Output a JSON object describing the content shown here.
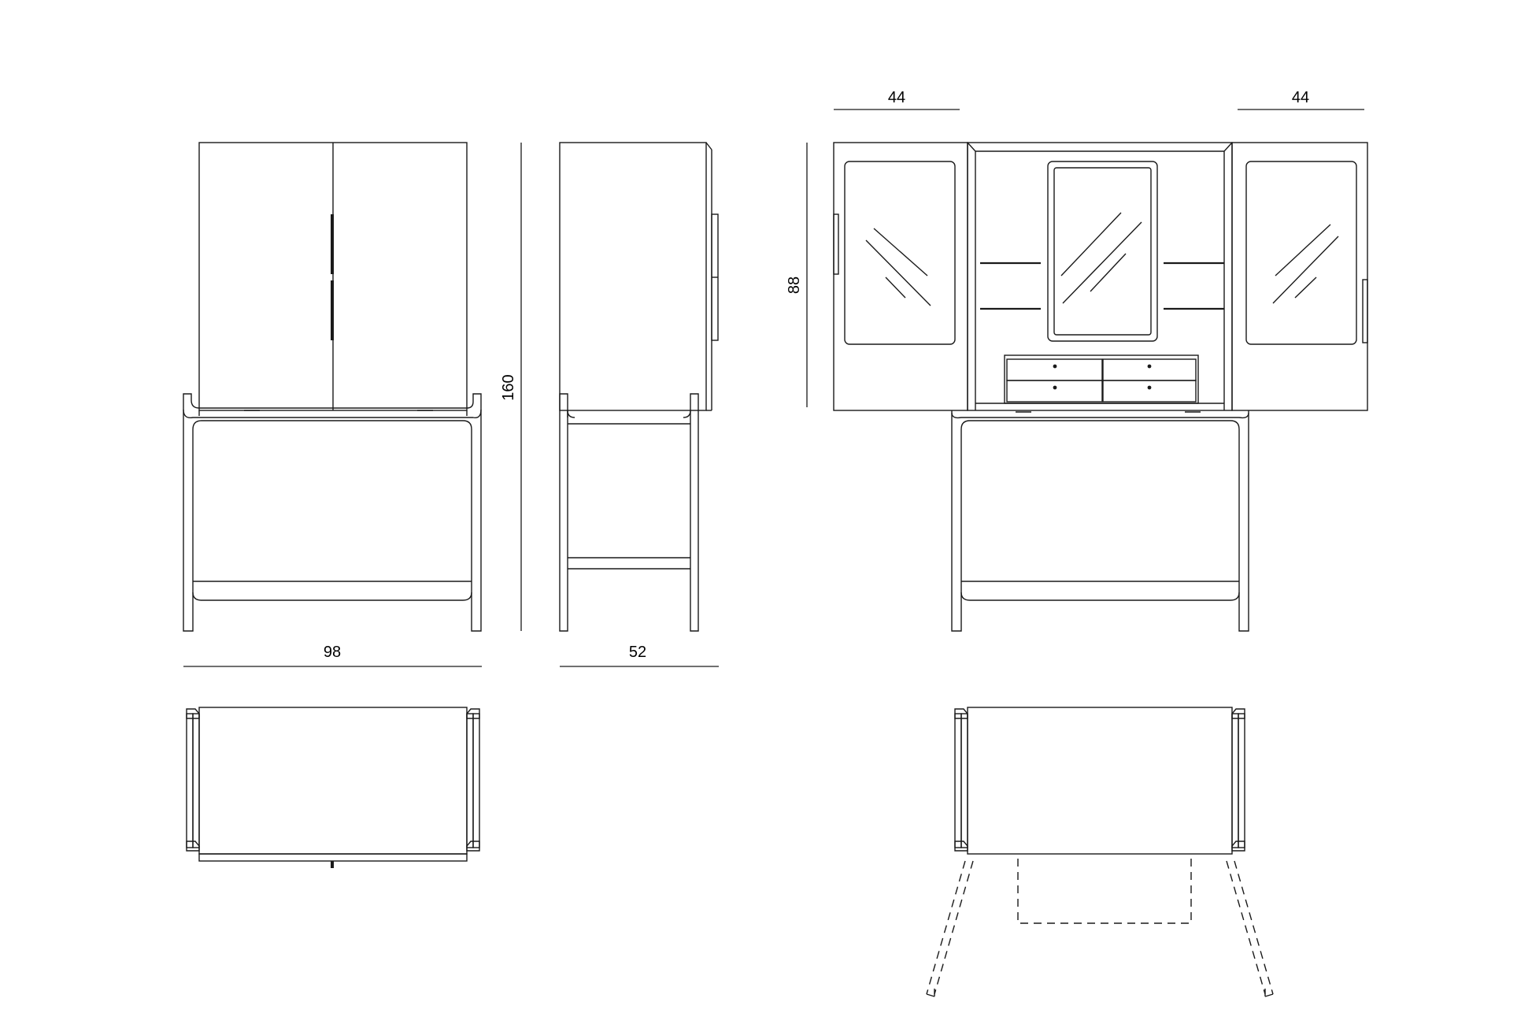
{
  "dimensions": {
    "width_front": "98",
    "depth_side": "52",
    "height_total": "160",
    "height_cabinet": "88",
    "door_left_width": "44",
    "door_right_width": "44"
  },
  "colors": {
    "line": "#1a1a1a",
    "background": "#ffffff"
  }
}
